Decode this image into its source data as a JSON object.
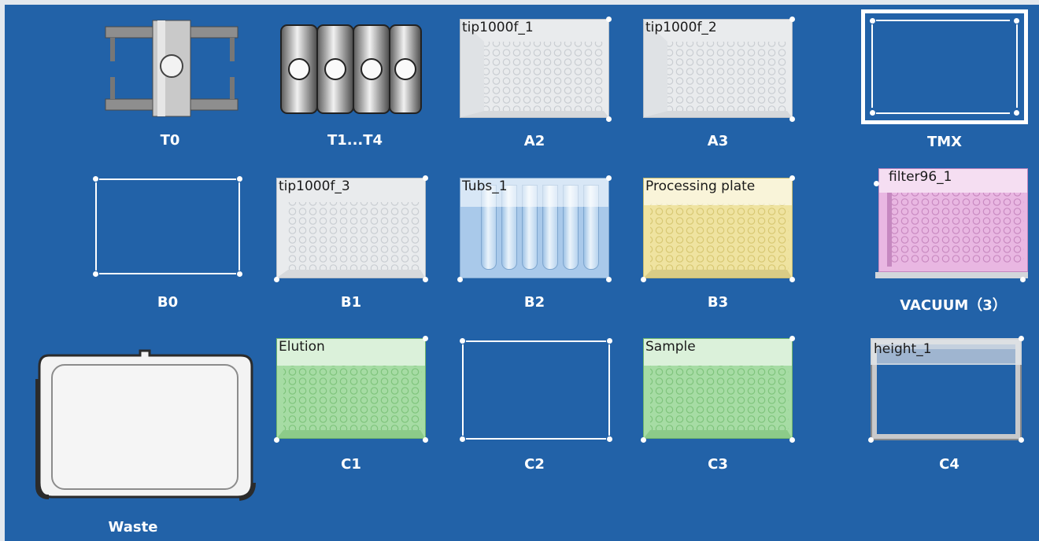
{
  "deck": {
    "slots": {
      "T0": {
        "label": "T0"
      },
      "T14": {
        "label": "T1...T4"
      },
      "A2": {
        "label": "A2",
        "labware": "tip1000f_1"
      },
      "A3": {
        "label": "A3",
        "labware": "tip1000f_2"
      },
      "TMX": {
        "label": "TMX"
      },
      "B0": {
        "label": "B0"
      },
      "B1": {
        "label": "B1",
        "labware": "tip1000f_3"
      },
      "B2": {
        "label": "B2",
        "labware": "Tubs_1"
      },
      "B3": {
        "label": "B3",
        "labware": "Processing plate"
      },
      "VAC": {
        "label": "VACUUM（3）",
        "labware": "filter96_1"
      },
      "WASTE": {
        "label": "Waste"
      },
      "C1": {
        "label": "C1",
        "labware": "Elution"
      },
      "C2": {
        "label": "C2"
      },
      "C3": {
        "label": "C3",
        "labware": "Sample"
      },
      "C4": {
        "label": "C4",
        "labware": "height_1"
      }
    }
  },
  "colors": {
    "background": "#2262a8",
    "tip_plate": "#eceef0",
    "processing_plate": "#efe3a0",
    "filter_plate": "#e9b7e2",
    "green_plate": "#a6dca4",
    "tube_rack": "#a9c9ea"
  }
}
